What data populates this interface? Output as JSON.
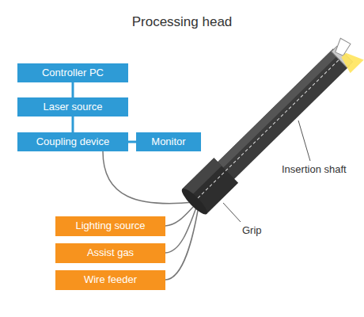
{
  "diagram": {
    "title": "Processing head",
    "nodes": [
      {
        "text": [
          "Controller PC"
        ]
      },
      {
        "text": [
          "Laser source"
        ]
      },
      {
        "text": [
          "Coupling device"
        ]
      },
      {
        "text": [
          "Monitor"
        ]
      },
      {
        "text": [
          "Lighting source"
        ]
      },
      {
        "text": [
          "Assist gas"
        ]
      },
      {
        "text": [
          "Wire feeder"
        ]
      }
    ],
    "edges": [
      {
        "from": 0,
        "to": 1,
        "arrow": "none"
      },
      {
        "from": 1,
        "to": 2,
        "arrow": "none"
      },
      {
        "from": 2,
        "to": 3,
        "arrow": "none"
      }
    ],
    "labels": [
      "Insertion shaft",
      "Grip"
    ]
  }
}
